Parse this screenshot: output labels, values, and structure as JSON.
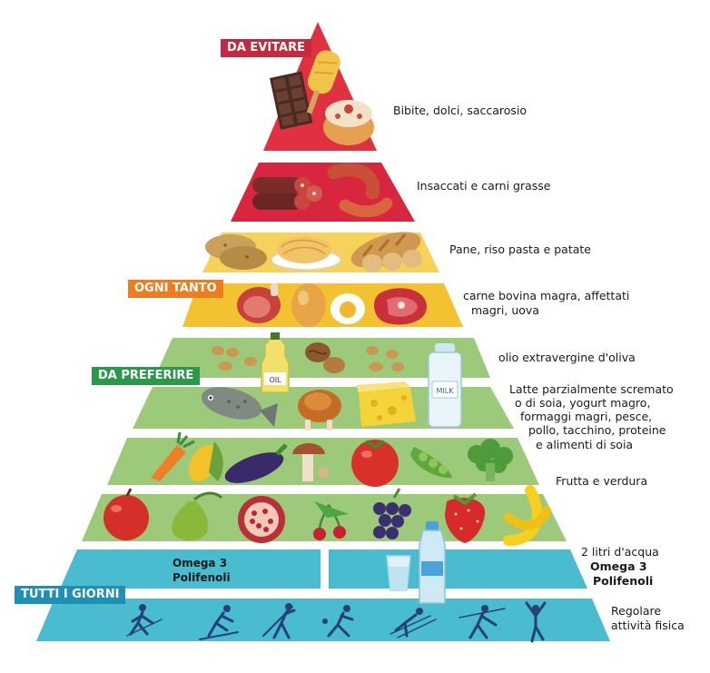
{
  "colors": {
    "red_tier": "#d7263d",
    "red_top": "#e03140",
    "yellow_light": "#f6d25a",
    "yellow": "#f2c230",
    "green": "#9cc97a",
    "cyan": "#49bcd0",
    "badge_red": "#c42940",
    "badge_orange": "#ef7d1f",
    "badge_green": "#2a9a4a",
    "badge_blue": "#1f8fb5"
  },
  "badges": {
    "avoid": "DA EVITARE",
    "sometimes": "OGNI TANTO",
    "prefer": "DA PREFERIRE",
    "everyday": "TUTTI I GIORNI"
  },
  "labels": {
    "sweets": "Bibite, dolci, saccarosio",
    "cured_meats": "Insaccati e carni grasse",
    "carbs": "Pane, riso pasta e patate",
    "lean_meat_1": "carne bovina magra, affettati",
    "lean_meat_2": "magri, uova",
    "olive_oil": "olio extravergine d'oliva",
    "dairy_1": "Latte parzialmente scremato",
    "dairy_2": "o di soia, yogurt magro,",
    "dairy_3": "formaggi magri, pesce,",
    "dairy_4": "pollo, tacchino, proteine",
    "dairy_5": "e alimenti di soia",
    "fruit_veg": "Frutta e verdura",
    "water_1": "2 litri d'acqua",
    "water_2": "Omega 3",
    "water_3": "Polifenoli",
    "activity_1": "Regolare",
    "activity_2": "attività fisica"
  },
  "tier_text": {
    "omega": "Omega 3",
    "polifenoli": "Polifenoli",
    "milk": "MILK",
    "oil": "OIL"
  },
  "icons": [
    "chocolate-icon",
    "ice-cream-icon",
    "donut-icon",
    "salami-icon",
    "sausage-icon",
    "potato-icon",
    "pasta-icon",
    "bread-icon",
    "ham-icon",
    "egg-icon",
    "boiled-egg-icon",
    "steak-icon",
    "nuts-icon",
    "oil-bottle-icon",
    "walnut-icon",
    "milk-bottle-icon",
    "fish-icon",
    "chicken-icon",
    "cheese-icon",
    "carrot-icon",
    "corn-icon",
    "eggplant-icon",
    "mushroom-icon",
    "tomato-icon",
    "peas-icon",
    "broccoli-icon",
    "apple-icon",
    "pear-icon",
    "pomegranate-icon",
    "cherries-icon",
    "grapes-icon",
    "strawberry-icon",
    "banana-icon",
    "water-glass-icon",
    "water-bottle-icon",
    "sport-figures-icon"
  ]
}
